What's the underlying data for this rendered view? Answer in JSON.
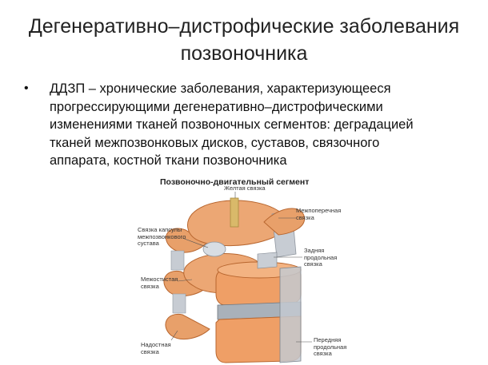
{
  "slide": {
    "title_line1": "Дегенеративно–дистрофические заболевания",
    "title_line2": "позвоночника",
    "bullet_lines": [
      "ДДЗП – хронические заболевания, характеризующееся",
      "прогрессирующими дегенеративно–дистрофическими",
      "изменениями тканей позвоночных сегментов: деградацией",
      "тканей межпозвонковых дисков, суставов, связочного",
      "аппарата, костной ткани позвоночника"
    ]
  },
  "figure": {
    "title": "Позвоночно-двигательный сегмент",
    "labels": {
      "yellow_ligament": "Желтая связка",
      "intertransverse_1": "Межпоперечная",
      "intertransverse_2": "связка",
      "capsule_1": "Связка капсулы",
      "capsule_2": "межпозвонкового",
      "capsule_3": "сустава",
      "posterior_1": "Задняя",
      "posterior_2": "продольная",
      "posterior_3": "связка",
      "interspinous_1": "Межостистая",
      "interspinous_2": "связка",
      "supraspinous_1": "Надостная",
      "supraspinous_2": "связка",
      "anterior_1": "Передняя",
      "anterior_2": "продольная",
      "anterior_3": "связка"
    },
    "colors": {
      "bone": "#e8a06a",
      "bone_shadow": "#c9743d",
      "ligament": "#b9c0c9",
      "disc": "#9aa3ad"
    }
  }
}
